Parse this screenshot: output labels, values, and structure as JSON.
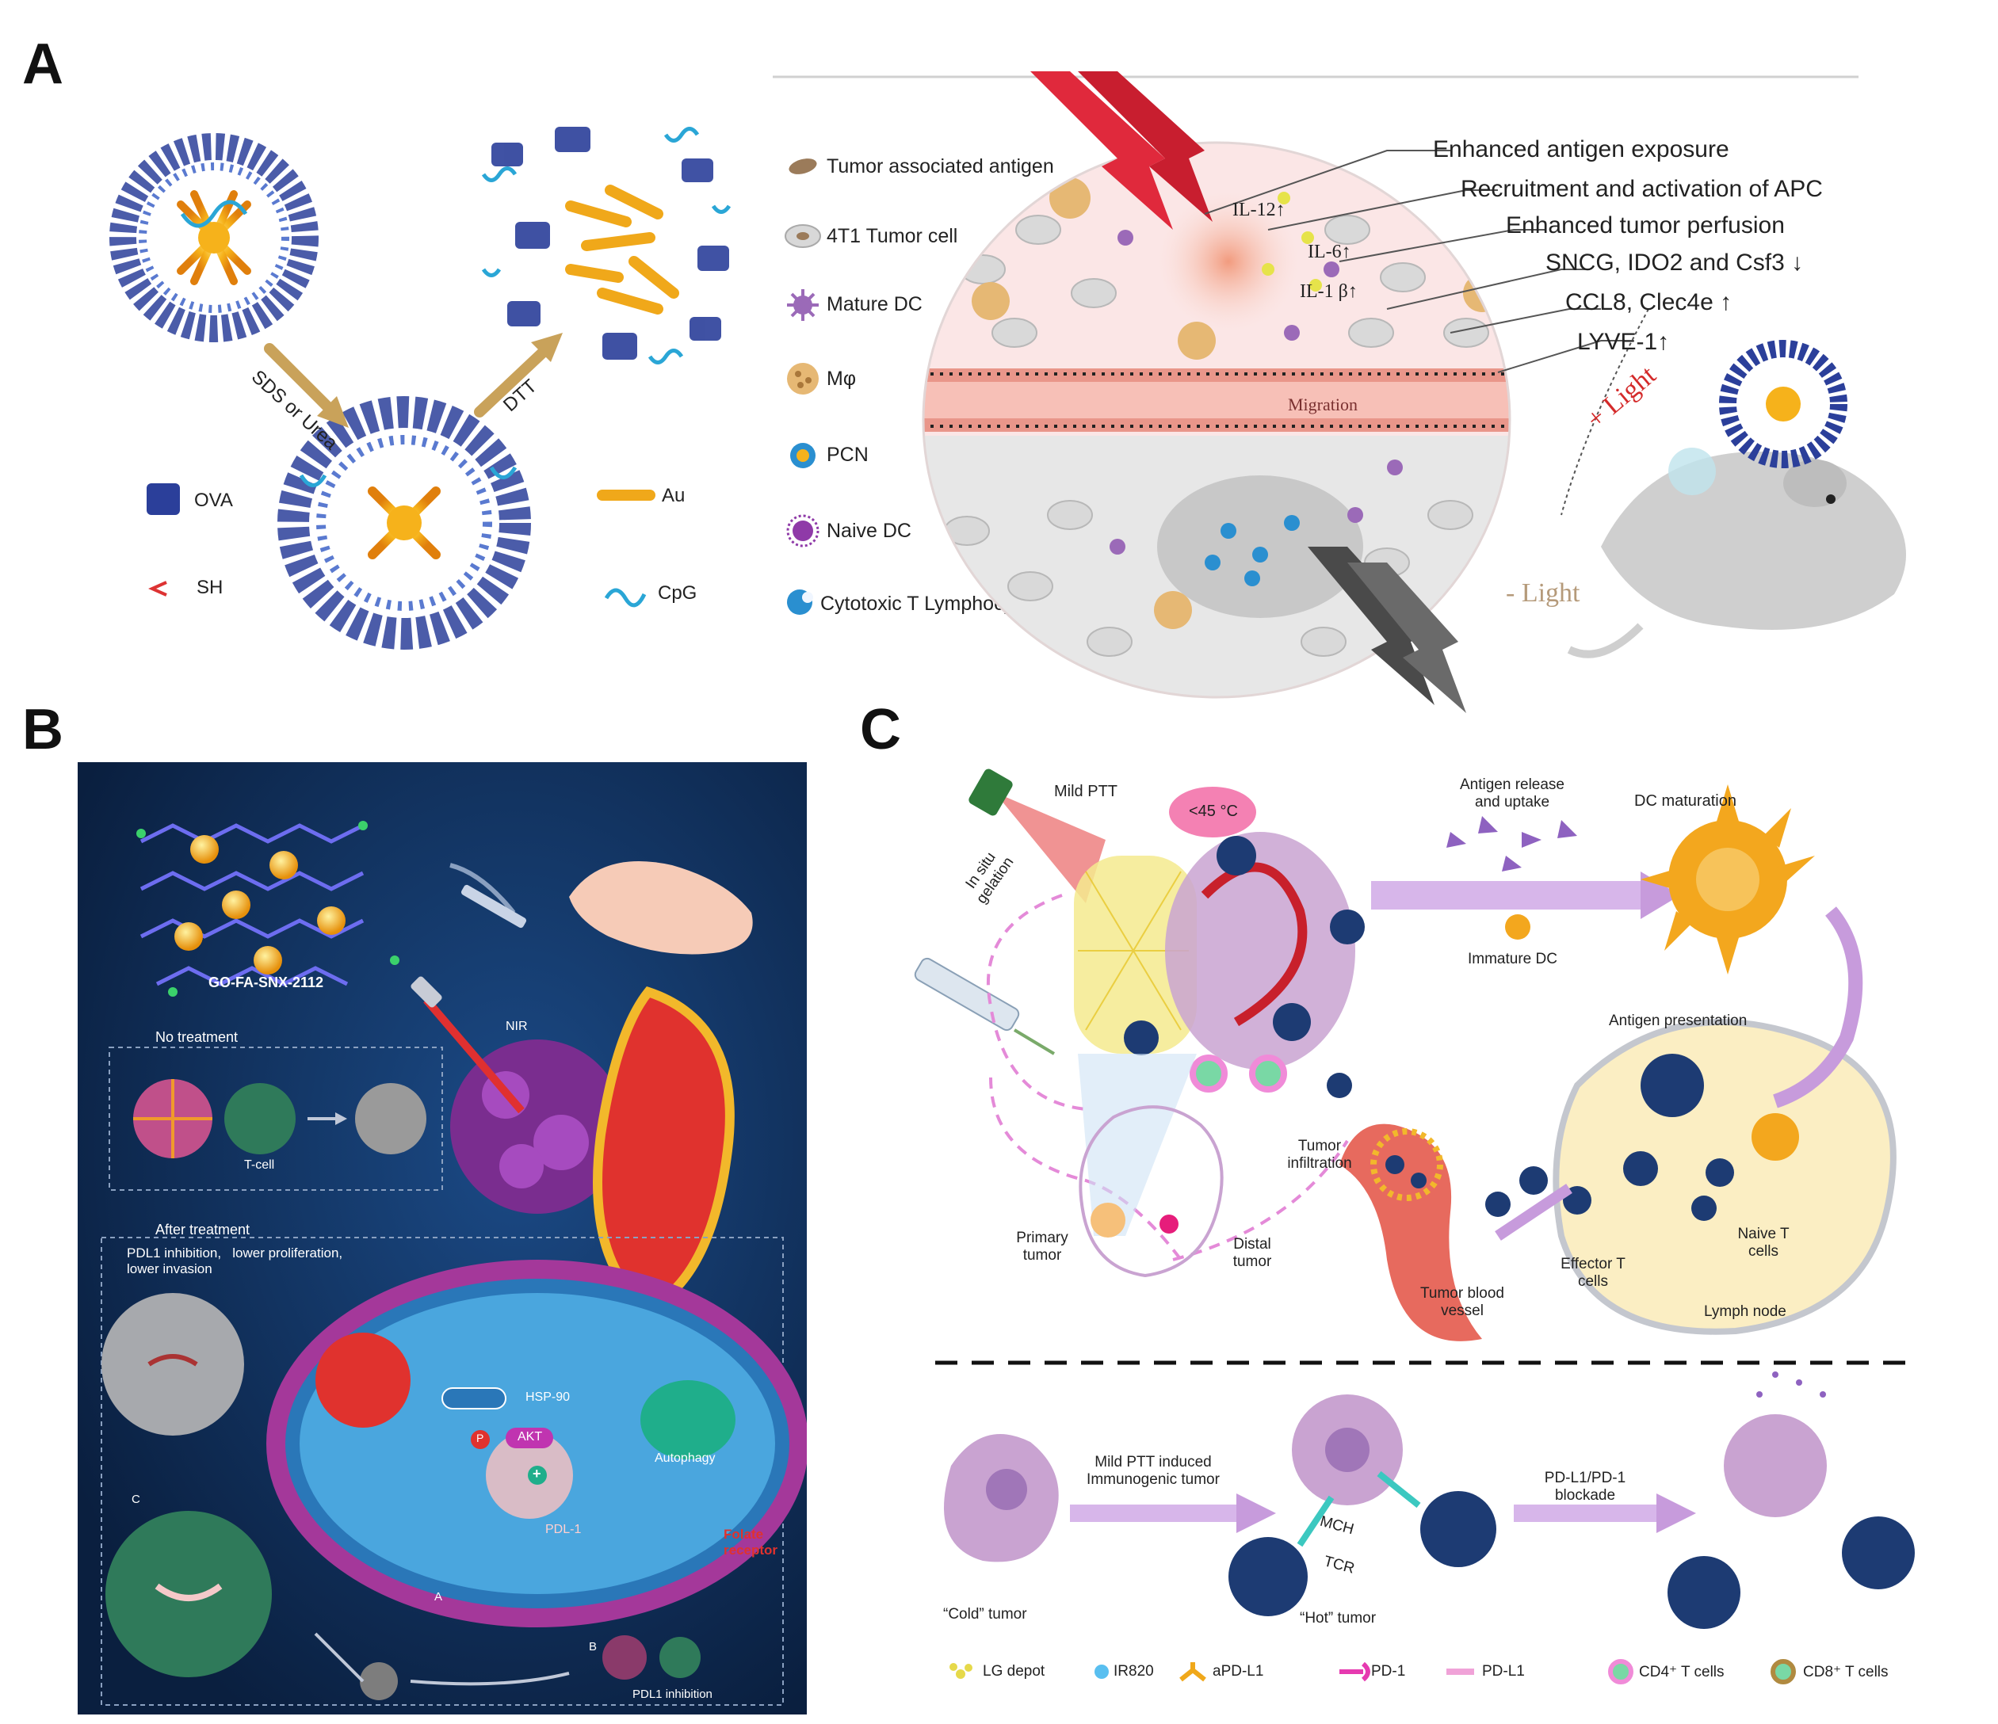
{
  "panels": {
    "a": "A",
    "b": "B",
    "c": "C"
  },
  "panel_a": {
    "left": {
      "sds_or_urea": "SDS or Urea",
      "dtt": "DTT",
      "ova": "OVA",
      "sh": "SH",
      "au": "Au",
      "cpg": "CpG"
    },
    "legend": [
      "Tumor associated antigen",
      "4T1 Tumor cell",
      "Mature DC",
      "Mφ",
      "PCN",
      "Naive DC",
      "Cytotoxic T Lymphocyte"
    ],
    "cytokines": {
      "il12": "IL-12",
      "il6": "IL-6",
      "il1b": "IL-1 β"
    },
    "migration": "Migration",
    "callouts": [
      "Enhanced antigen exposure",
      "Recruitment and activation of APC",
      "Enhanced tumor perfusion",
      "SNCG, IDO2 and Csf3",
      "CCL8, Clec4e",
      "LYVE-1"
    ],
    "plus_light": "+ Light",
    "minus_light": "- Light"
  },
  "panel_b": {
    "go_label": "GO-FA-SNX-2112",
    "no_treatment": "No treatment",
    "t_cell": "T-cell",
    "nir": "NIR",
    "after_treatment": "After treatment",
    "effects": "PDL1 inhibition,   lower proliferation,\nlower invasion",
    "hsp90": "HSP-90",
    "p": "P",
    "akt": "AKT",
    "plus": "+",
    "autophagy": "Autophagy",
    "pdl1": "PDL-1",
    "folate_receptor": "Folate\nreceptor",
    "mark_a": "A",
    "mark_b": "B",
    "mark_c": "C",
    "pdl1_inhibition": "PDL1 inhibition"
  },
  "panel_c": {
    "mild_ptt": "Mild PTT",
    "temp": "<45 °C",
    "in_situ_gelation": "In situ\ngelation",
    "antigen_release": "Antigen release\nand uptake",
    "dc_maturation": "DC maturation",
    "immature_dc": "Immature DC",
    "antigen_presentation": "Antigen presentation",
    "tumor_infiltration": "Tumor\ninfiltration",
    "primary_tumor": "Primary\ntumor",
    "distal_tumor": "Distal\ntumor",
    "tumor_blood_vessel": "Tumor blood\nvessel",
    "effector_t_cells": "Effector T\ncells",
    "naive_t_cells": "Naive T\ncells",
    "lymph_node": "Lymph node",
    "mild_ptt_induced": "Mild PTT induced\nImmunogenic tumor",
    "pd_blockade": "PD-L1/PD-1\nblockade",
    "cold_tumor": "“Cold” tumor",
    "hot_tumor": "“Hot” tumor",
    "mch": "MCH",
    "tcr": "TCR",
    "legend": [
      "LG depot",
      "IR820",
      "aPD-L1",
      "PD-1",
      "PD-L1",
      "CD4⁺ T cells",
      "CD8⁺ T cells"
    ]
  },
  "colors": {
    "navy_bg": "#0e2a52",
    "blood_red": "#d9342b",
    "purple_arrow": "#c79bdc",
    "tumor_pink": "#fbe6e6",
    "lymph_yellow": "#fbeec3",
    "t_cell_blue": "#1d3b73",
    "gold": "#f0a81a",
    "protein_blue": "#2b3f9a"
  }
}
